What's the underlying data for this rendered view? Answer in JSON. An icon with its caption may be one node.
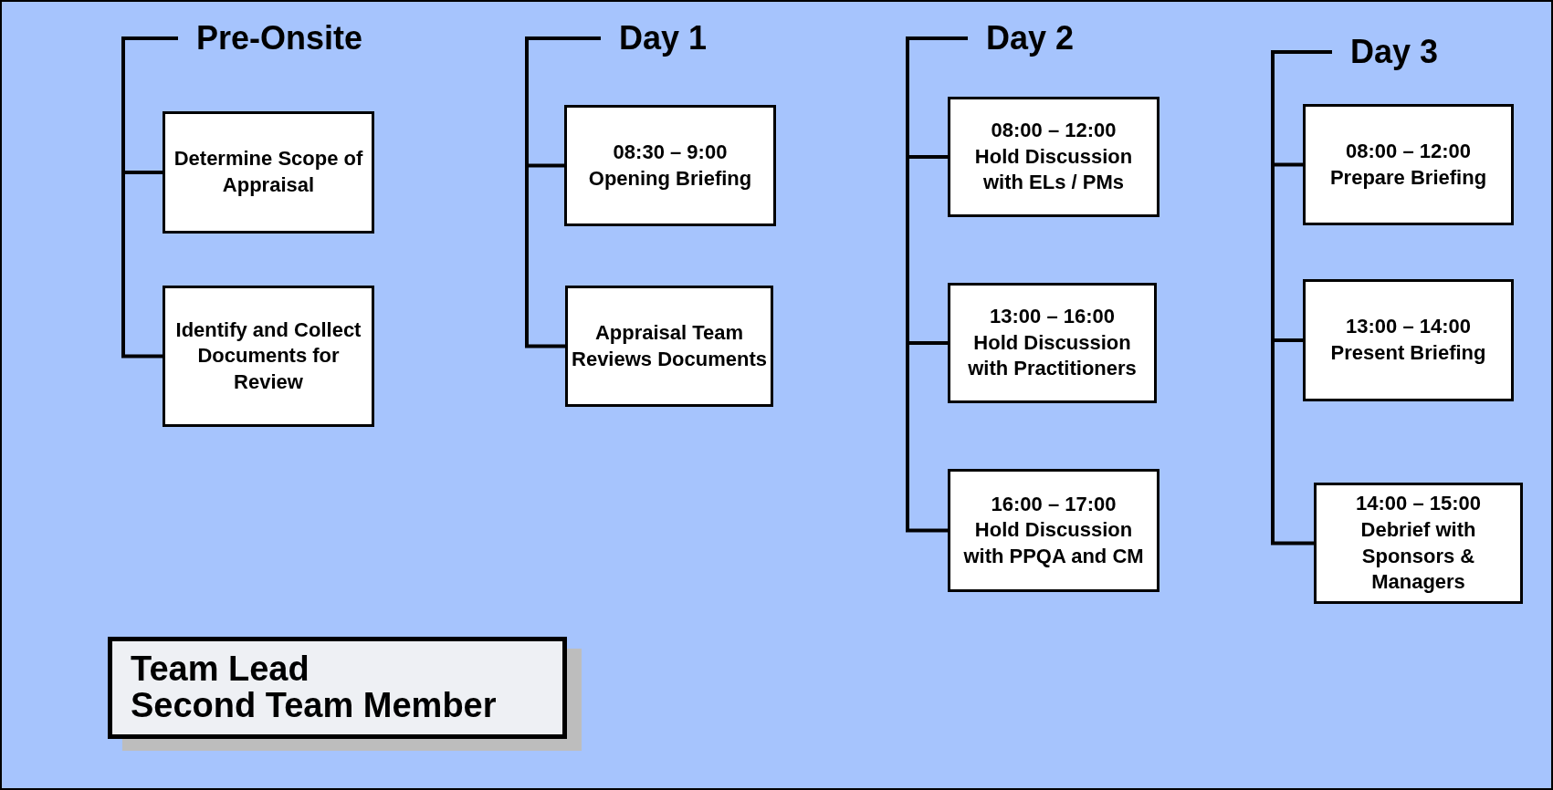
{
  "diagram": {
    "nodes": [
      {
        "text": [
          "Pre-Onsite"
        ]
      },
      {
        "text": [
          "Determine Scope of Appraisal"
        ]
      },
      {
        "text": [
          "Identify and Collect Documents for Review"
        ]
      },
      {
        "text": [
          "Day 1"
        ]
      },
      {
        "text": [
          "08:30 – 9:00",
          "Opening Briefing"
        ]
      },
      {
        "text": [
          "Appraisal Team Reviews Documents"
        ]
      },
      {
        "text": [
          "Day 2"
        ]
      },
      {
        "text": [
          "08:00 – 12:00",
          "Hold Discussion with ELs / PMs"
        ]
      },
      {
        "text": [
          "13:00 – 16:00",
          "Hold Discussion with Practitioners"
        ]
      },
      {
        "text": [
          "16:00 – 17:00",
          "Hold Discussion with PPQA and CM"
        ]
      },
      {
        "text": [
          "Day 3"
        ]
      },
      {
        "text": [
          "08:00 – 12:00",
          "Prepare Briefing"
        ]
      },
      {
        "text": [
          "13:00 – 14:00",
          "Present Briefing"
        ]
      },
      {
        "text": [
          "14:00 – 15:00",
          "Debrief with Sponsors & Managers"
        ]
      },
      {
        "text": [
          "Team Lead",
          "Second Team Member"
        ]
      }
    ],
    "edges": [
      {
        "from": 0,
        "to": 1,
        "arrow": "none"
      },
      {
        "from": 0,
        "to": 2,
        "arrow": "none"
      },
      {
        "from": 3,
        "to": 4,
        "arrow": "none"
      },
      {
        "from": 3,
        "to": 5,
        "arrow": "none"
      },
      {
        "from": 6,
        "to": 7,
        "arrow": "none"
      },
      {
        "from": 6,
        "to": 8,
        "arrow": "none"
      },
      {
        "from": 6,
        "to": 9,
        "arrow": "none"
      },
      {
        "from": 10,
        "to": 11,
        "arrow": "none"
      },
      {
        "from": 10,
        "to": 12,
        "arrow": "none"
      },
      {
        "from": 10,
        "to": 13,
        "arrow": "none"
      }
    ]
  }
}
